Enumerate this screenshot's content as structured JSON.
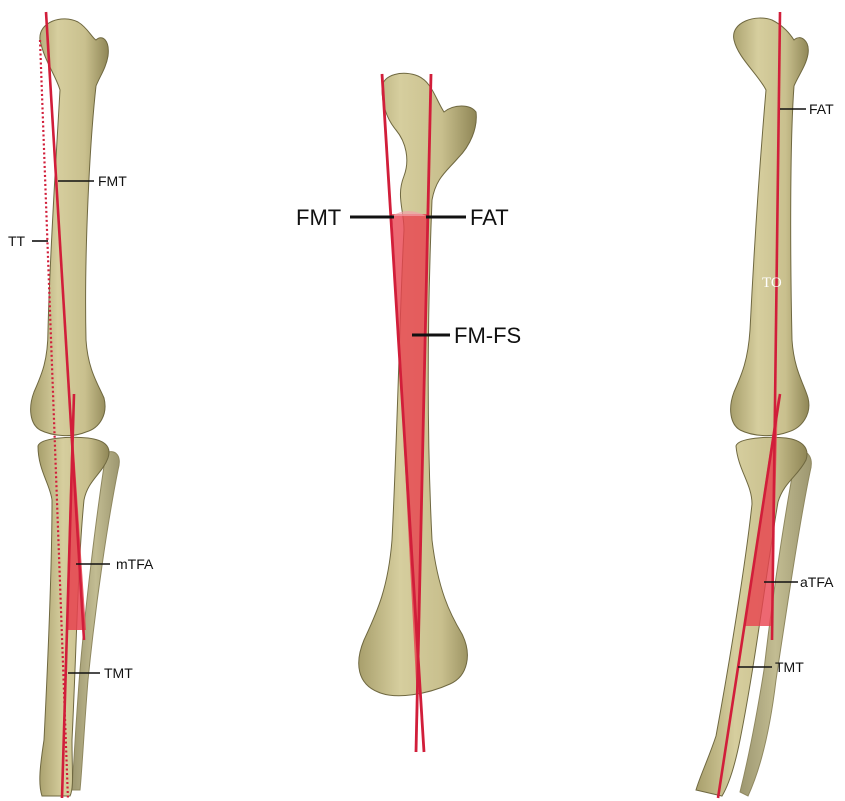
{
  "labels": {
    "left": {
      "fmt": "FMT",
      "tt": "TT",
      "mtfa": "mTFA",
      "tmt": "TMT"
    },
    "middle": {
      "fmt": "FMT",
      "fat": "FAT",
      "fm_fs": "FM-FS"
    },
    "right": {
      "fat": "FAT",
      "to": "TO",
      "atfa": "aTFA",
      "tmt": "TMT"
    }
  },
  "colors": {
    "bone": "#c9c08e",
    "bone_shadow": "#8f8656",
    "fibula": "#b3ad82",
    "axis_line": "#d11e3a",
    "angle_fill": "#e8424f",
    "leader": "#111111"
  }
}
